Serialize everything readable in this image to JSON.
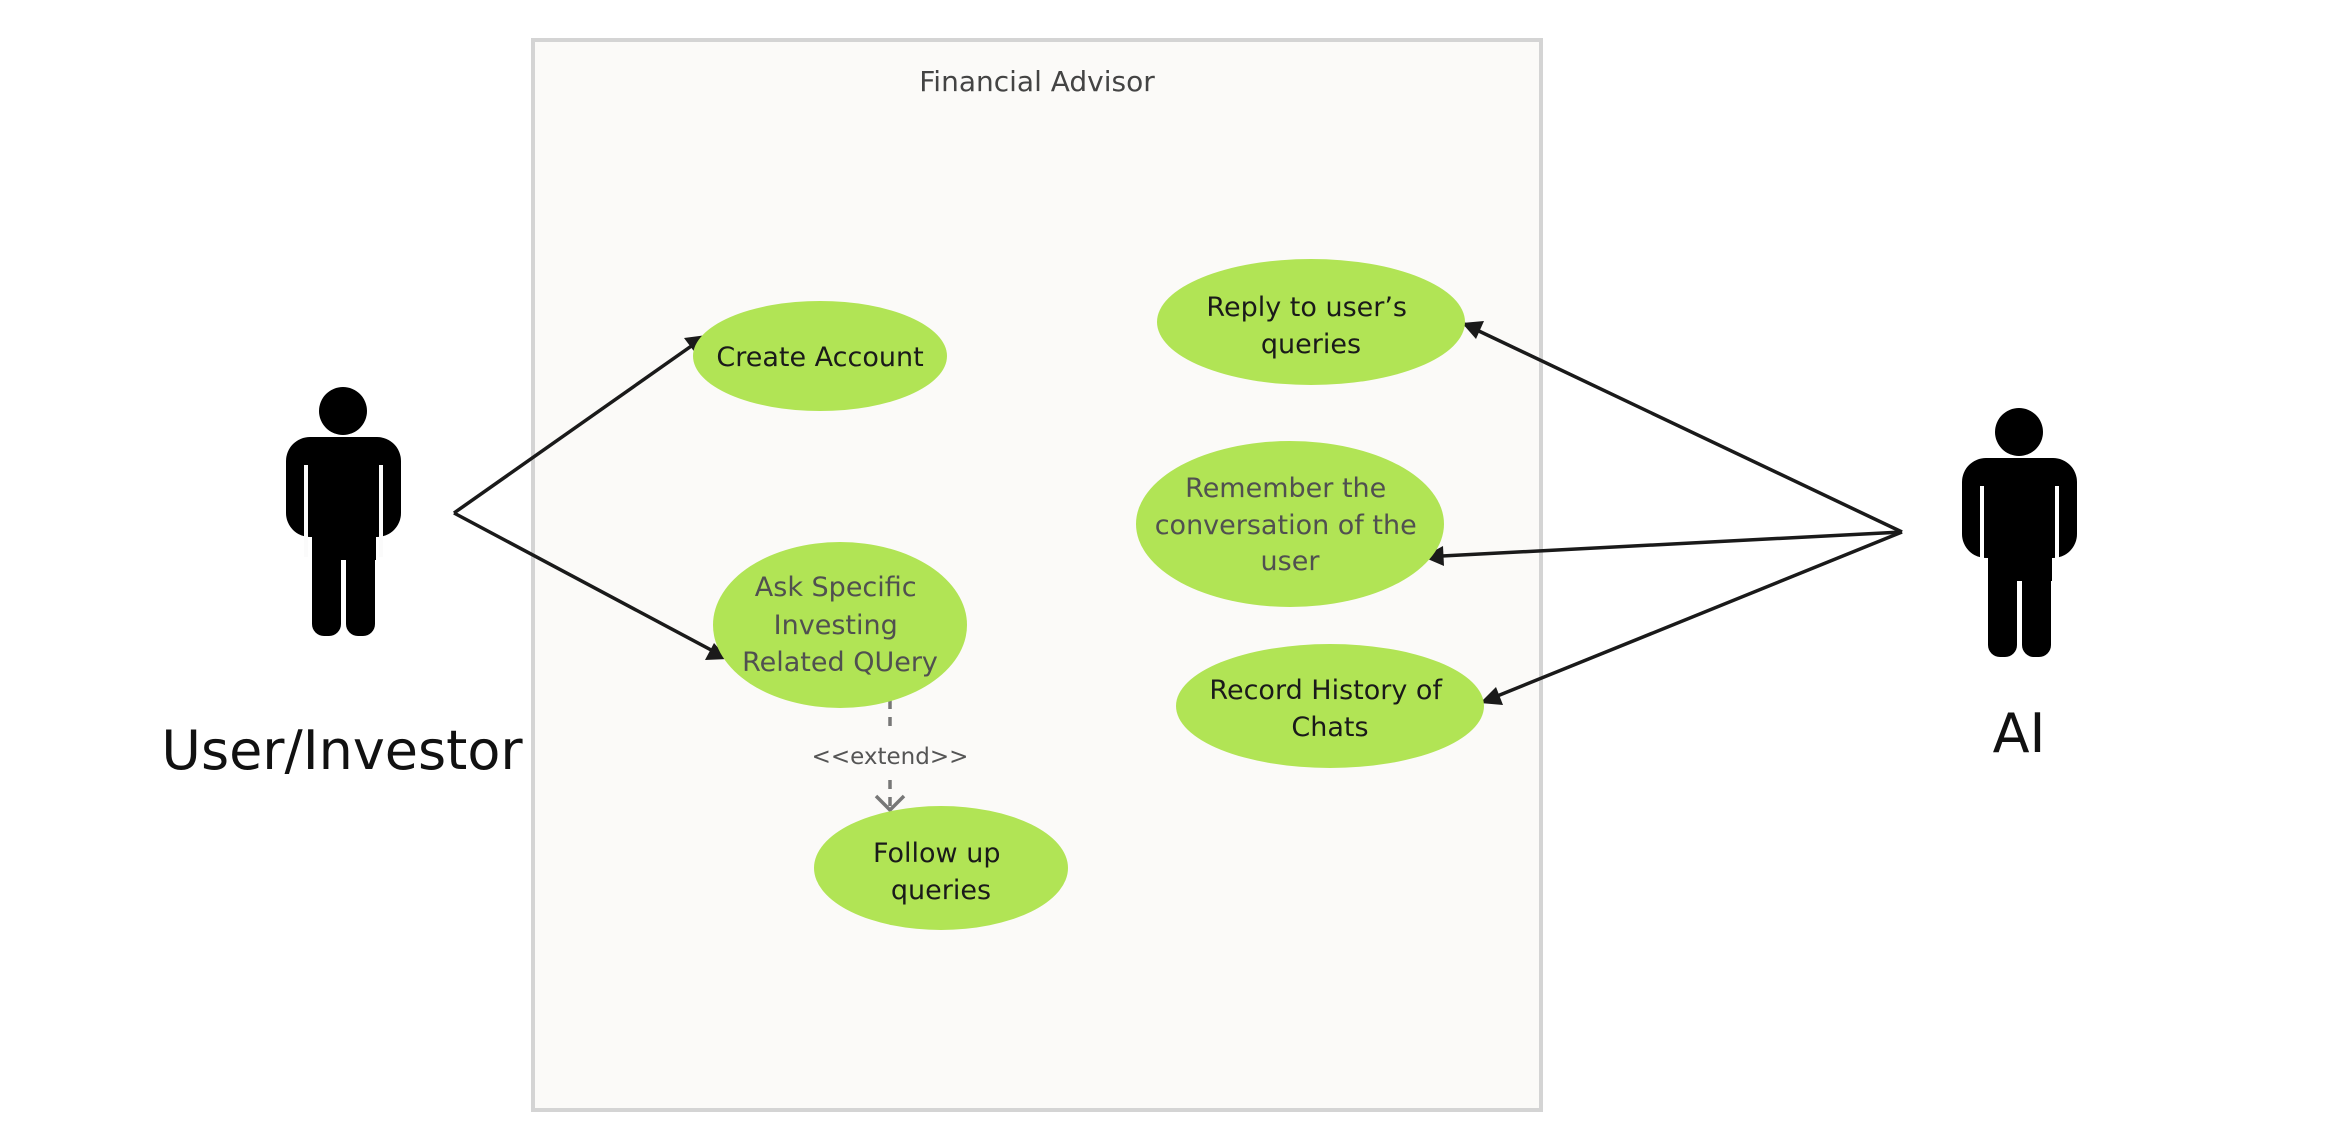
{
  "system": {
    "title": "Financial Advisor"
  },
  "actors": {
    "user": {
      "label": "User/Investor"
    },
    "ai": {
      "label": "AI"
    }
  },
  "use_cases": {
    "create_account": {
      "lines": [
        "Create Account"
      ]
    },
    "ask_query": {
      "lines": [
        "Ask Specific",
        "Investing",
        "Related QUery"
      ]
    },
    "follow_up": {
      "lines": [
        "Follow up",
        "queries"
      ]
    },
    "reply": {
      "lines": [
        "Reply to user’s",
        "queries"
      ]
    },
    "remember": {
      "lines": [
        "Remember the",
        "conversation of the",
        "user"
      ]
    },
    "record": {
      "lines": [
        "Record History of",
        "Chats"
      ]
    }
  },
  "relations": {
    "extend_label": "<<extend>>"
  },
  "colors": {
    "use_case_fill": "#b1e455",
    "use_case_text": "#1a1a1a",
    "use_case_text_muted": "#505050",
    "system_fill": "#fbfaf8",
    "system_border": "#d4d4d4",
    "actor": "#000000",
    "line": "#1a1a1a",
    "dashed_line": "#777777"
  },
  "icons": {
    "actor_figure": "person-icon"
  }
}
